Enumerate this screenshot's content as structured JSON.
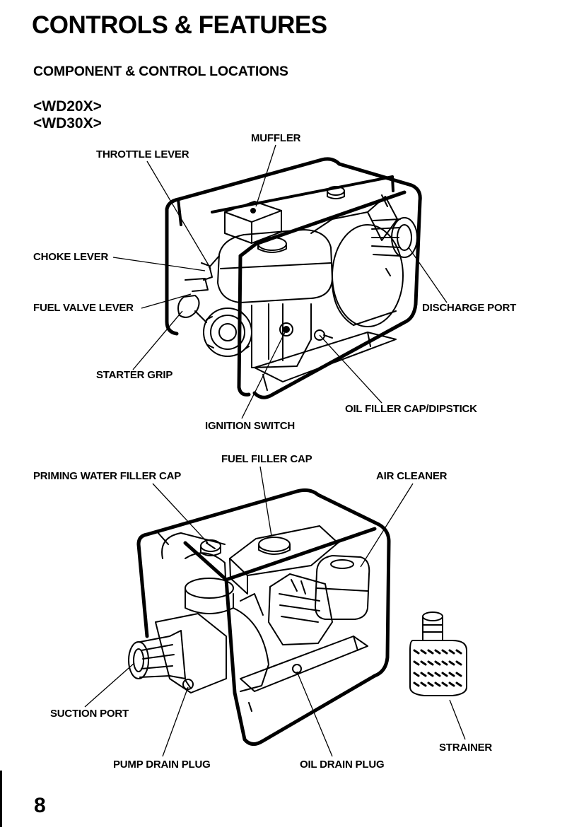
{
  "page": {
    "title": "CONTROLS & FEATURES",
    "subtitle": "COMPONENT & CONTROL LOCATIONS",
    "models": [
      "<WD20X>",
      "<WD30X>"
    ],
    "page_number": "8"
  },
  "figure_top": {
    "labels": {
      "muffler": "MUFFLER",
      "throttle_lever": "THROTTLE LEVER",
      "choke_lever": "CHOKE LEVER",
      "fuel_valve_lever": "FUEL VALVE LEVER",
      "discharge_port": "DISCHARGE PORT",
      "starter_grip": "STARTER GRIP",
      "oil_filler_cap_dipstick": "OIL FILLER CAP/DIPSTICK",
      "ignition_switch": "IGNITION SWITCH"
    }
  },
  "figure_bottom": {
    "labels": {
      "fuel_filler_cap": "FUEL FILLER CAP",
      "priming_water_filler_cap": "PRIMING WATER FILLER CAP",
      "air_cleaner": "AIR CLEANER",
      "suction_port": "SUCTION PORT",
      "strainer": "STRAINER",
      "pump_drain_plug": "PUMP DRAIN PLUG",
      "oil_drain_plug": "OIL DRAIN PLUG"
    }
  }
}
